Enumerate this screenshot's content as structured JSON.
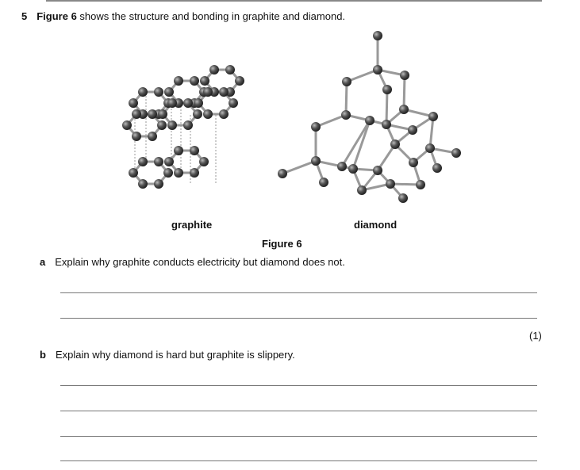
{
  "question": {
    "number": "5",
    "figure_ref": "Figure 6",
    "text": " shows the structure and bonding in graphite and diamond."
  },
  "figure": {
    "caption": "Figure 6",
    "label_left": "graphite",
    "label_right": "diamond"
  },
  "parts": [
    {
      "letter": "a",
      "text": "Explain why graphite conducts electricity but diamond does not.",
      "marks": "(1)"
    },
    {
      "letter": "b",
      "text": "Explain why diamond is hard but graphite is slippery."
    }
  ]
}
